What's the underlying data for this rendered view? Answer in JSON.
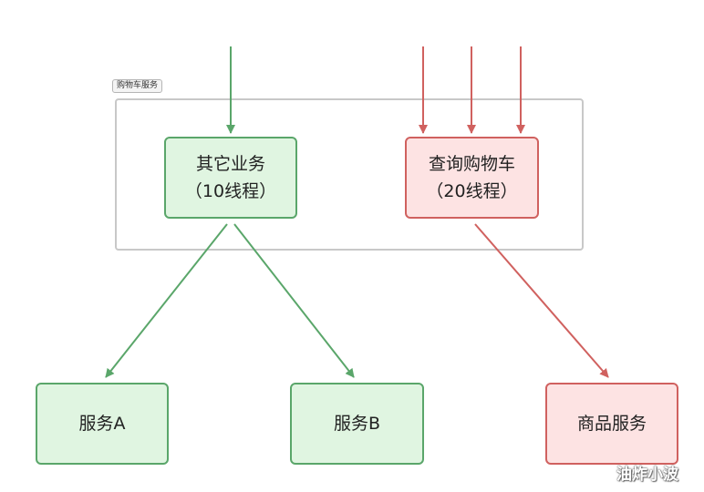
{
  "group": {
    "label": "购物车服务"
  },
  "nodes": {
    "other_business": {
      "line1": "其它业务",
      "line2": "（10线程）"
    },
    "query_cart": {
      "line1": "查询购物车",
      "line2": "（20线程）"
    },
    "service_a": {
      "label": "服务A"
    },
    "service_b": {
      "label": "服务B"
    },
    "product_service": {
      "label": "商品服务"
    }
  },
  "colors": {
    "green_fill": "#e0f5e1",
    "green_stroke": "#5aa66a",
    "red_fill": "#fde3e3",
    "red_stroke": "#d0615f",
    "group_border": "#c8c8c8"
  },
  "watermark": "油炸小波"
}
